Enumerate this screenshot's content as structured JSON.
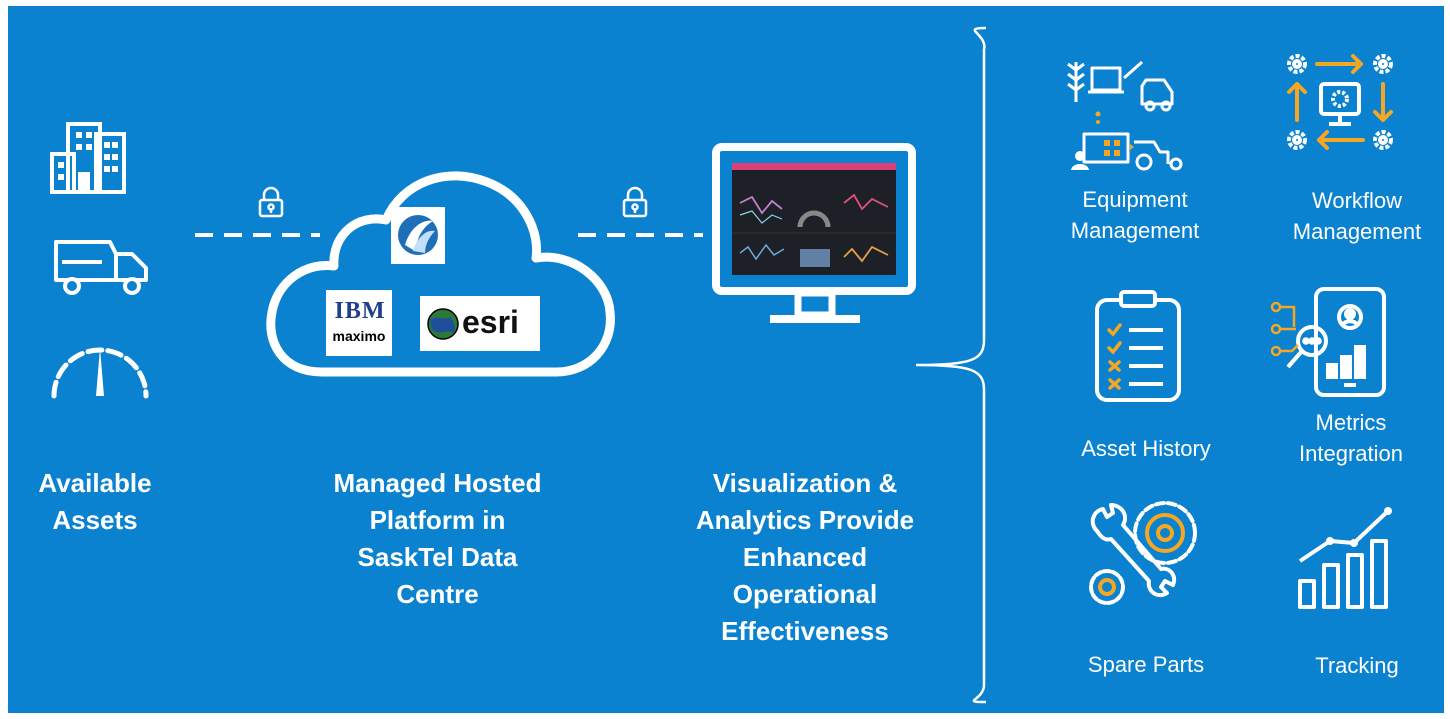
{
  "diagram": {
    "colors": {
      "background": "#0a82cf",
      "foreground": "#ffffff",
      "accent": "#f5a623"
    },
    "available_assets": {
      "label": "Available\nAssets",
      "icons": [
        "buildings-icon",
        "dump-truck-icon",
        "gauge-icon"
      ]
    },
    "platform": {
      "label": "Managed Hosted\nPlatform in\nSaskTel Data\nCentre",
      "logos": [
        {
          "name": "maximo",
          "text_top": "IBM",
          "text_bottom": "maximo"
        },
        {
          "name": "esri",
          "text": "esri"
        }
      ]
    },
    "visualization": {
      "label": "Visualization &\nAnalytics Provide\nEnhanced\nOperational\nEffectiveness"
    },
    "outcomes": [
      {
        "label": "Equipment\nManagement",
        "icon": "farm-equipment-icon"
      },
      {
        "label": "Workflow\nManagement",
        "icon": "workflow-gears-icon"
      },
      {
        "label": "Asset History",
        "icon": "clipboard-checklist-icon"
      },
      {
        "label": "Metrics\nIntegration",
        "icon": "phone-analytics-icon"
      },
      {
        "label": "Spare Parts",
        "icon": "gear-wrench-icon"
      },
      {
        "label": "Tracking",
        "icon": "bar-trend-icon"
      }
    ]
  }
}
